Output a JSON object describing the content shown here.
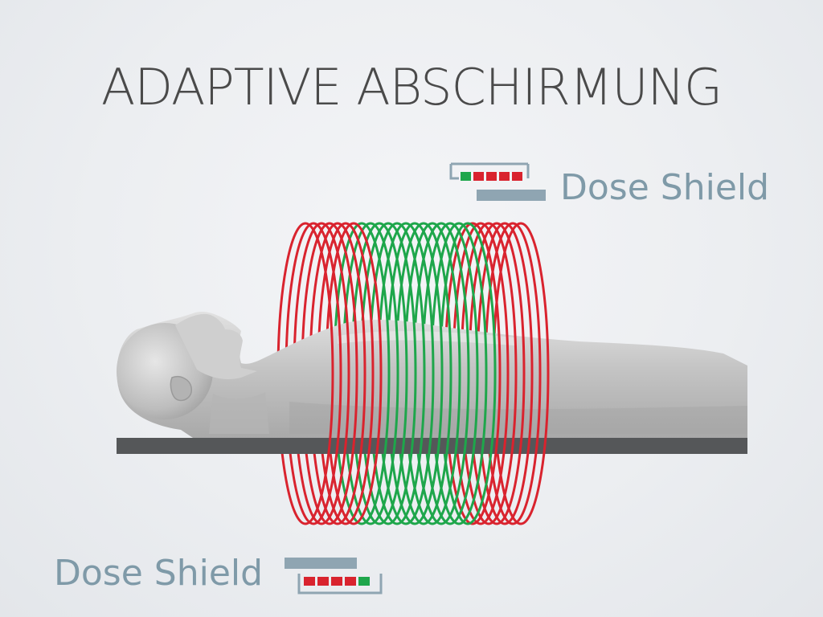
{
  "title": "ADAPTIVE ABSCHIRMUNG",
  "labels": {
    "top": "Dose Shield",
    "bottom": "Dose Shield"
  },
  "colors": {
    "title_text": "#4a4a4a",
    "label_text": "#7f9aa8",
    "shield_red": "#d9232e",
    "shield_green": "#1ea64b",
    "shield_gray": "#8fa5b2",
    "table": "#555759",
    "body_fill": "#c9c9c9"
  },
  "indicators": {
    "top": {
      "segments": [
        "green",
        "red",
        "red",
        "red",
        "red"
      ]
    },
    "bottom": {
      "segments": [
        "red",
        "red",
        "red",
        "red",
        "green"
      ]
    }
  },
  "icons": {
    "shield_indicator": "dose-shield-indicator-icon",
    "patient": "patient-silhouette",
    "rings": "scanner-gantry-rings"
  }
}
